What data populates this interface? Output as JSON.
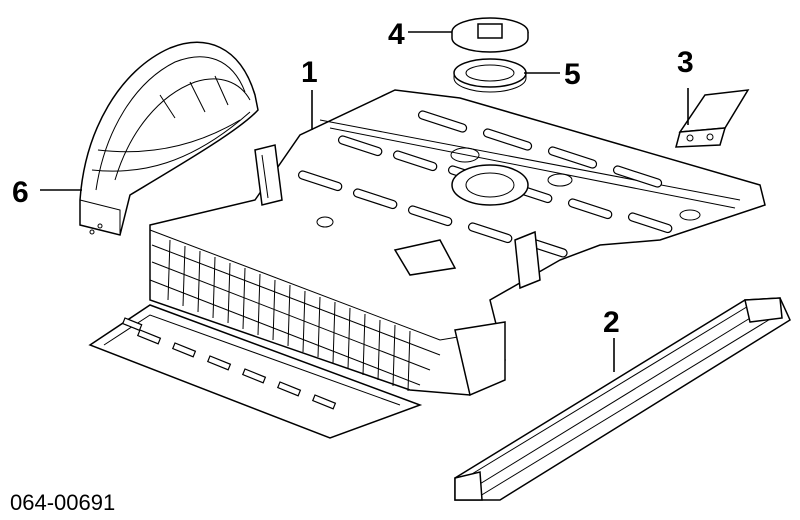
{
  "diagram": {
    "part_number": "064-00691",
    "callouts": [
      {
        "id": "1",
        "label": "1"
      },
      {
        "id": "2",
        "label": "2"
      },
      {
        "id": "3",
        "label": "3"
      },
      {
        "id": "4",
        "label": "4"
      },
      {
        "id": "5",
        "label": "5"
      },
      {
        "id": "6",
        "label": "6"
      }
    ]
  }
}
